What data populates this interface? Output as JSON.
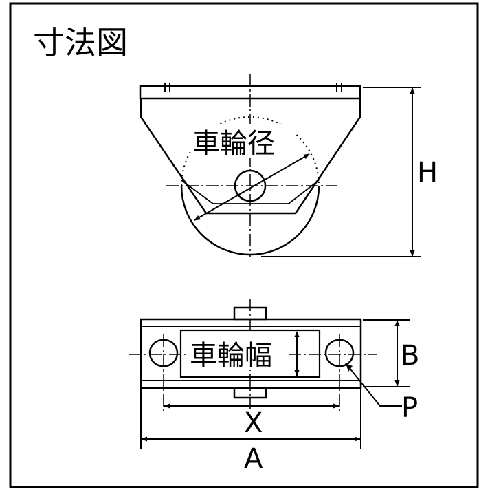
{
  "title": "寸法図",
  "labels": {
    "wheel_diameter": "車輪径",
    "wheel_width": "車輪幅",
    "height": "H",
    "width_b": "B",
    "hole_pitch": "X",
    "overall_length": "A",
    "hole": "P"
  },
  "colors": {
    "line": "#000000",
    "background": "#ffffff"
  }
}
